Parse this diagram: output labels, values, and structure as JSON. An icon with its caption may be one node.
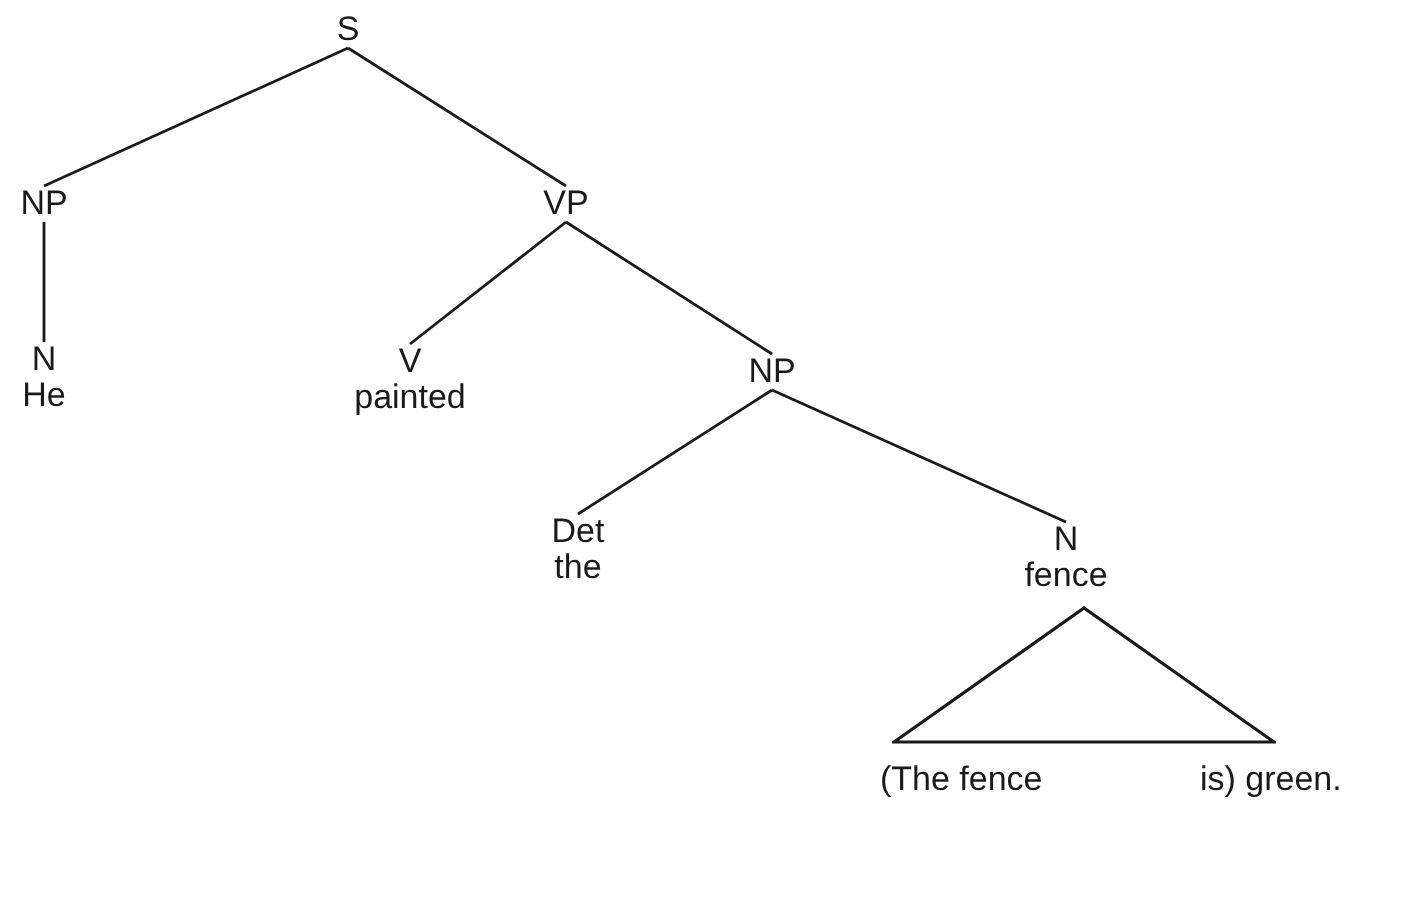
{
  "diagram": {
    "nodes": [
      {
        "text": [
          "S"
        ]
      },
      {
        "text": [
          "NP"
        ]
      },
      {
        "text": [
          "VP"
        ]
      },
      {
        "text": [
          "N",
          "He"
        ]
      },
      {
        "text": [
          "V",
          "painted"
        ]
      },
      {
        "text": [
          "NP"
        ]
      },
      {
        "text": [
          "Det",
          "the"
        ]
      },
      {
        "text": [
          "N",
          "fence"
        ]
      },
      {
        "text": [],
        "shape": "triangle",
        "beside": [
          "(The fence",
          "is) green."
        ]
      }
    ],
    "edges": [
      {
        "from": 0,
        "to": 1,
        "arrow": "none"
      },
      {
        "from": 0,
        "to": 2,
        "arrow": "none"
      },
      {
        "from": 1,
        "to": 3,
        "arrow": "none"
      },
      {
        "from": 2,
        "to": 4,
        "arrow": "none"
      },
      {
        "from": 2,
        "to": 5,
        "arrow": "none"
      },
      {
        "from": 5,
        "to": 6,
        "arrow": "none"
      },
      {
        "from": 5,
        "to": 7,
        "arrow": "none"
      }
    ]
  }
}
